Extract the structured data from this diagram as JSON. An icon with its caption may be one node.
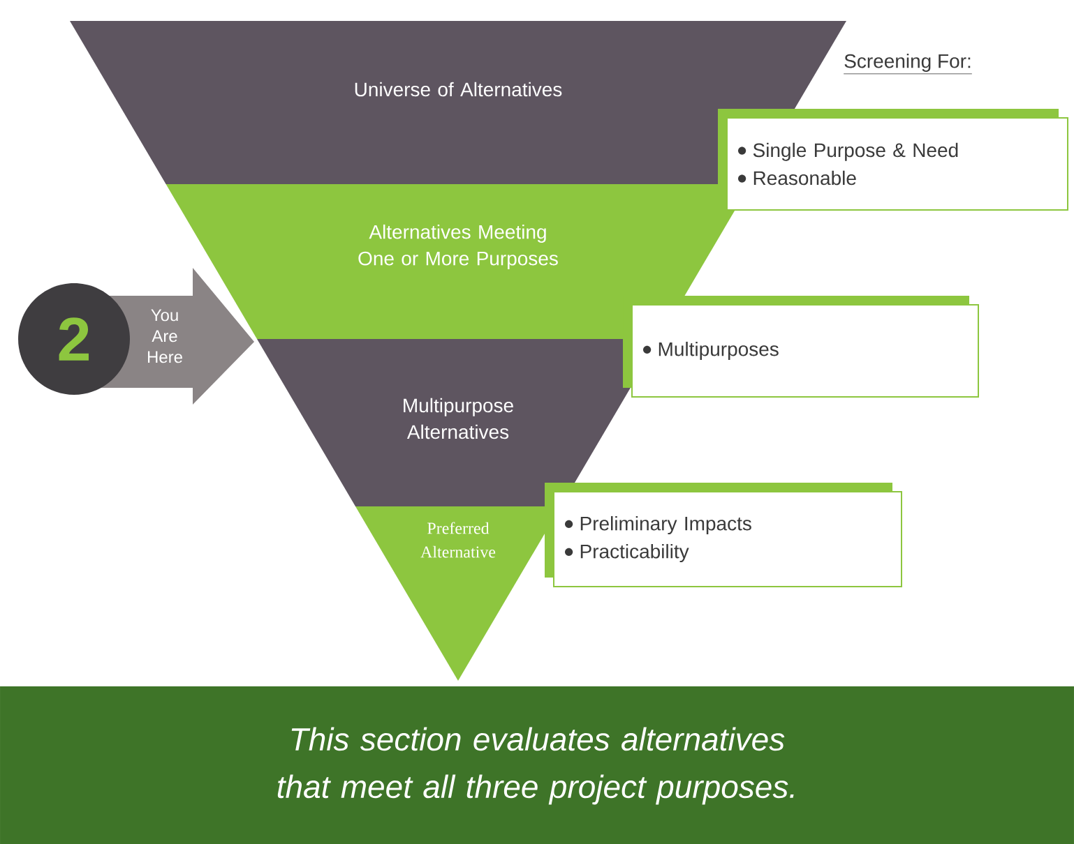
{
  "diagram": {
    "caption": "This section evaluates alternatives that meet all three project purposes.",
    "nodes": [
      {
        "text": [
          "Universe of Alternatives"
        ]
      },
      {
        "text": [
          "Alternatives Meeting One or More Purposes"
        ]
      },
      {
        "text": [
          "Multipurpose Alternatives"
        ]
      },
      {
        "text": [
          "Preferred Alternative"
        ]
      },
      {
        "text": [
          "Single Purpose & Need",
          "Reasonable"
        ]
      },
      {
        "text": [
          "Multipurposes"
        ]
      },
      {
        "text": [
          "Preliminary Impacts",
          "Practicability"
        ]
      },
      {
        "text": [
          "2"
        ]
      },
      {
        "text": [
          "You Are Here"
        ]
      }
    ],
    "edges": [],
    "labels": [
      "Screening For:"
    ]
  }
}
